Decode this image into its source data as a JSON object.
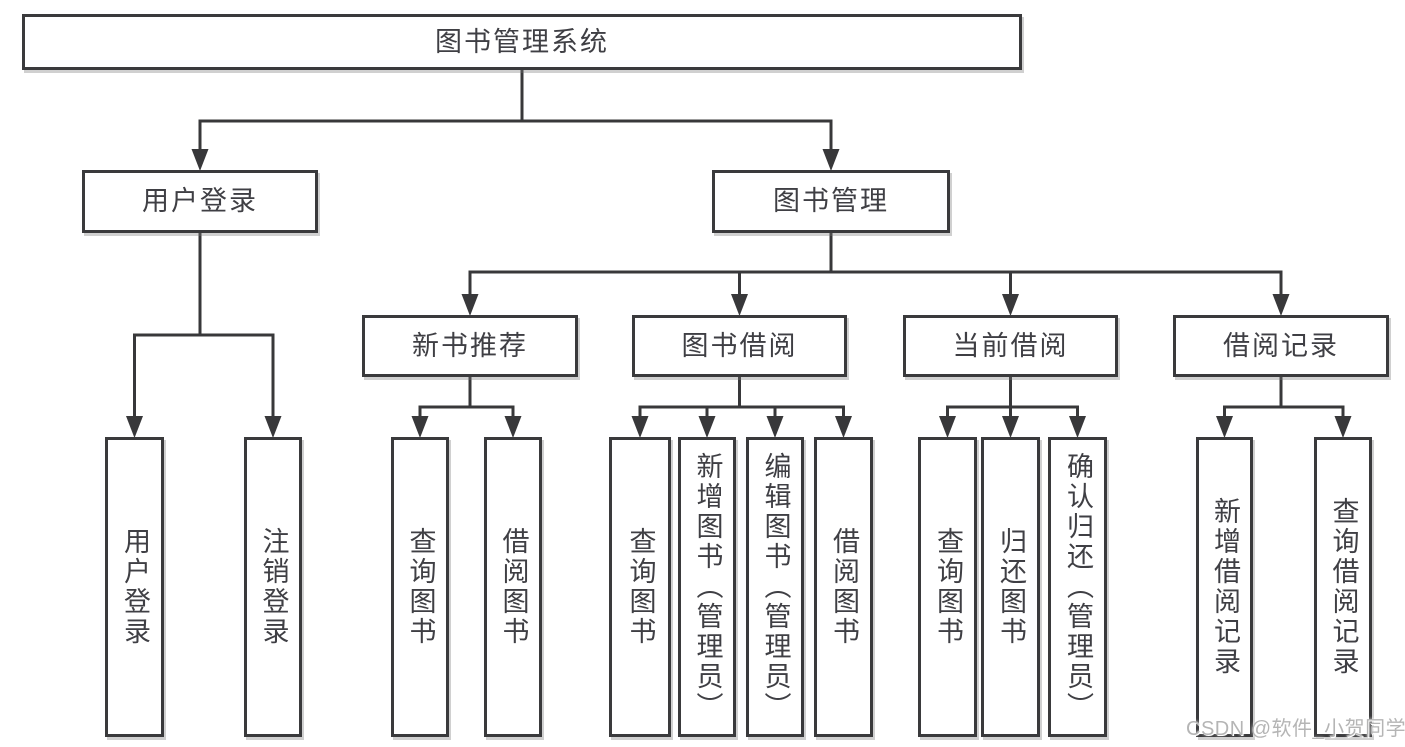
{
  "diagram": {
    "title": "图书管理系统",
    "nodes": [
      {
        "id": "root",
        "label": "图书管理系统",
        "parent": null,
        "orientation": "horizontal"
      },
      {
        "id": "user-login",
        "label": "用户登录",
        "parent": "root",
        "orientation": "horizontal"
      },
      {
        "id": "book-management",
        "label": "图书管理",
        "parent": "root",
        "orientation": "horizontal"
      },
      {
        "id": "new-book-recommend",
        "label": "新书推荐",
        "parent": "book-management",
        "orientation": "horizontal"
      },
      {
        "id": "book-borrowing",
        "label": "图书借阅",
        "parent": "book-management",
        "orientation": "horizontal"
      },
      {
        "id": "current-borrowing",
        "label": "当前借阅",
        "parent": "book-management",
        "orientation": "horizontal"
      },
      {
        "id": "borrowing-records",
        "label": "借阅记录",
        "parent": "book-management",
        "orientation": "horizontal"
      },
      {
        "id": "leaf-user-login",
        "label": "用户登录",
        "parent": "user-login",
        "orientation": "vertical"
      },
      {
        "id": "leaf-logout",
        "label": "注销登录",
        "parent": "user-login",
        "orientation": "vertical"
      },
      {
        "id": "leaf-query-books-recommend",
        "label": "查询图书",
        "parent": "new-book-recommend",
        "orientation": "vertical"
      },
      {
        "id": "leaf-borrow-books-recommend",
        "label": "借阅图书",
        "parent": "new-book-recommend",
        "orientation": "vertical"
      },
      {
        "id": "leaf-query-books-borrowing",
        "label": "查询图书",
        "parent": "book-borrowing",
        "orientation": "vertical"
      },
      {
        "id": "leaf-add-books",
        "label": "新增图书（管理员）",
        "parent": "book-borrowing",
        "orientation": "vertical"
      },
      {
        "id": "leaf-edit-books",
        "label": "编辑图书（管理员）",
        "parent": "book-borrowing",
        "orientation": "vertical"
      },
      {
        "id": "leaf-borrow-books-borrowing",
        "label": "借阅图书",
        "parent": "book-borrowing",
        "orientation": "vertical"
      },
      {
        "id": "leaf-query-books-current",
        "label": "查询图书",
        "parent": "current-borrowing",
        "orientation": "vertical"
      },
      {
        "id": "leaf-return-books",
        "label": "归还图书",
        "parent": "current-borrowing",
        "orientation": "vertical"
      },
      {
        "id": "leaf-confirm-return",
        "label": "确认归还（管理员）",
        "parent": "current-borrowing",
        "orientation": "vertical"
      },
      {
        "id": "leaf-add-borrow-record",
        "label": "新增借阅记录",
        "parent": "borrowing-records",
        "orientation": "vertical"
      },
      {
        "id": "leaf-query-borrow-record",
        "label": "查询借阅记录",
        "parent": "borrowing-records",
        "orientation": "vertical"
      }
    ]
  },
  "watermark": {
    "text": "CSDN @软件_小贺同学"
  },
  "colors": {
    "line": "#38383a",
    "box_border": "#3a3a3c",
    "text": "#3f3f44",
    "watermark": "#b5b5b5",
    "background": "#ffffff"
  }
}
